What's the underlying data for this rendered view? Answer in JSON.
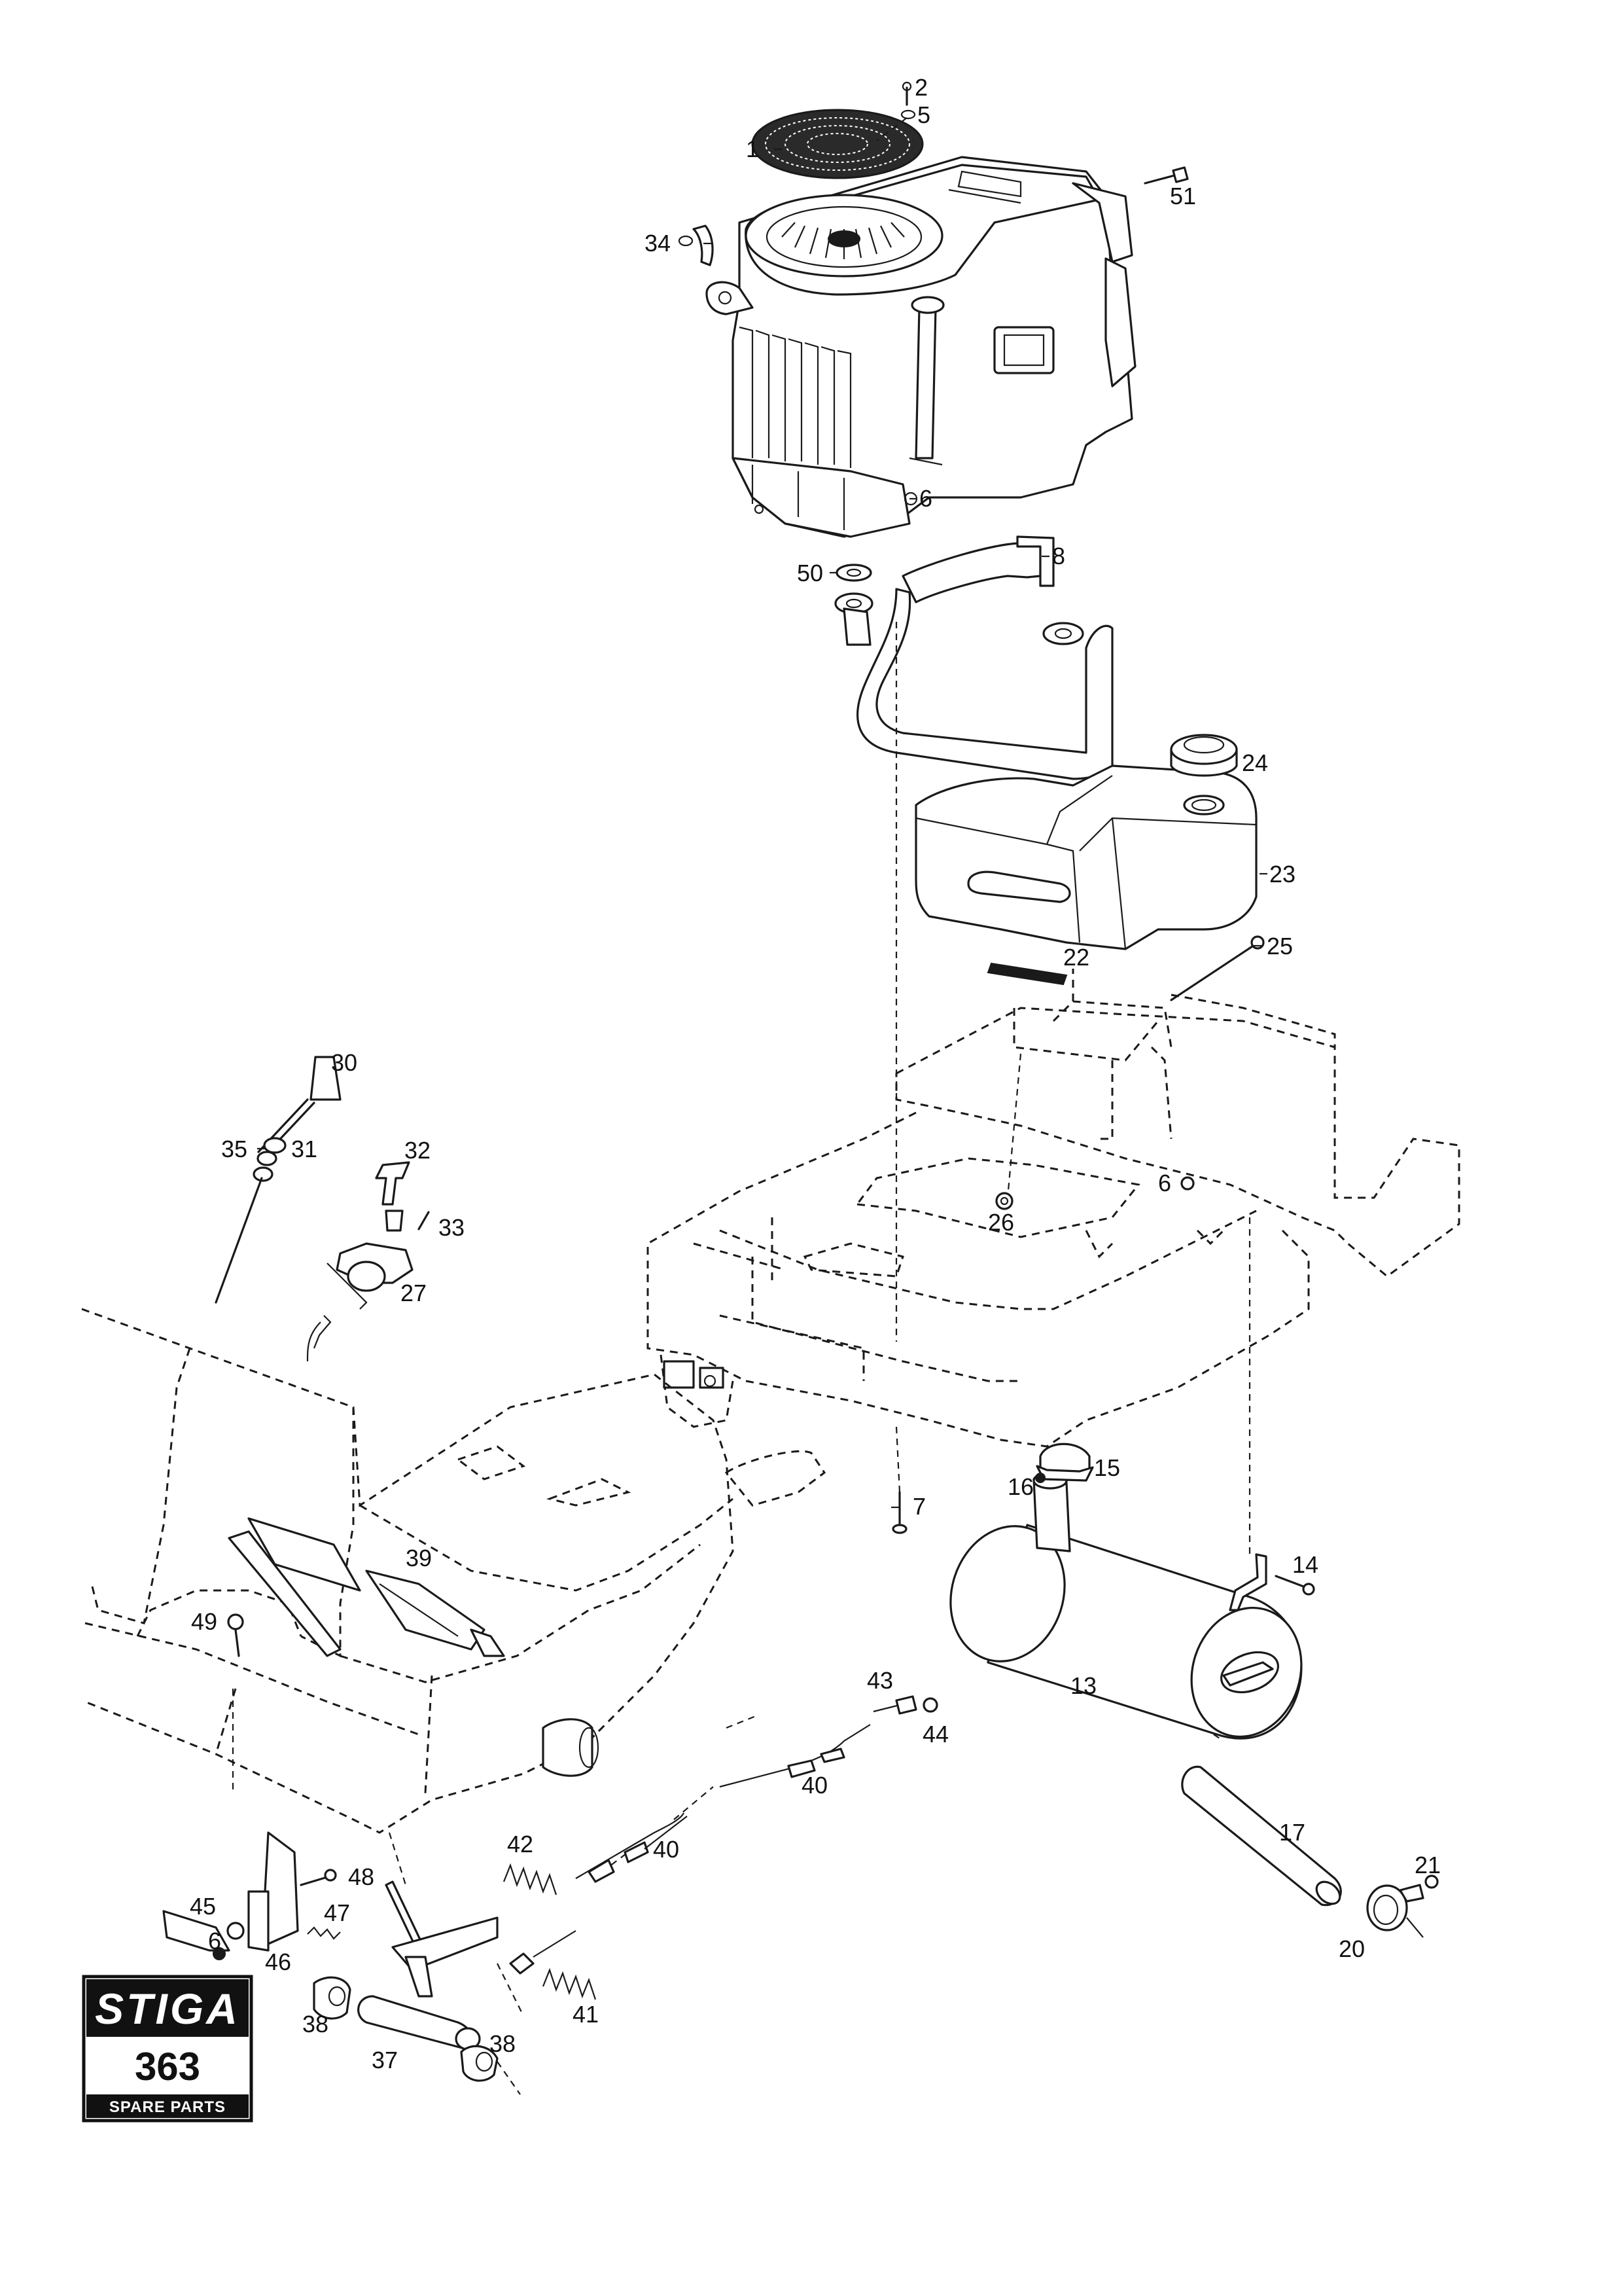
{
  "logo": {
    "brand": "STIGA",
    "model": "363",
    "subtitle": "SPARE PARTS"
  },
  "callouts": [
    {
      "id": "c1",
      "text": "1"
    },
    {
      "id": "c2",
      "text": "2"
    },
    {
      "id": "c5",
      "text": "5"
    },
    {
      "id": "c51",
      "text": "51"
    },
    {
      "id": "c34",
      "text": "34"
    },
    {
      "id": "c6a",
      "text": "6"
    },
    {
      "id": "c8",
      "text": "8"
    },
    {
      "id": "c50",
      "text": "50"
    },
    {
      "id": "c24",
      "text": "24"
    },
    {
      "id": "c23",
      "text": "23"
    },
    {
      "id": "c22",
      "text": "22"
    },
    {
      "id": "c25",
      "text": "25"
    },
    {
      "id": "c30",
      "text": "30"
    },
    {
      "id": "c35",
      "text": "35"
    },
    {
      "id": "c31",
      "text": "31"
    },
    {
      "id": "c32",
      "text": "32"
    },
    {
      "id": "c33",
      "text": "33"
    },
    {
      "id": "c27",
      "text": "27"
    },
    {
      "id": "c6b",
      "text": "6"
    },
    {
      "id": "c26",
      "text": "26"
    },
    {
      "id": "c15",
      "text": "15"
    },
    {
      "id": "c16",
      "text": "16"
    },
    {
      "id": "c7",
      "text": "7"
    },
    {
      "id": "c14",
      "text": "14"
    },
    {
      "id": "c39",
      "text": "39"
    },
    {
      "id": "c49",
      "text": "49"
    },
    {
      "id": "c13",
      "text": "13"
    },
    {
      "id": "c43",
      "text": "43"
    },
    {
      "id": "c44",
      "text": "44"
    },
    {
      "id": "c40a",
      "text": "40"
    },
    {
      "id": "c40b",
      "text": "40"
    },
    {
      "id": "c42",
      "text": "42"
    },
    {
      "id": "c17",
      "text": "17"
    },
    {
      "id": "c21",
      "text": "21"
    },
    {
      "id": "c20",
      "text": "20"
    },
    {
      "id": "c45",
      "text": "45"
    },
    {
      "id": "c48",
      "text": "48"
    },
    {
      "id": "c47",
      "text": "47"
    },
    {
      "id": "c46",
      "text": "46"
    },
    {
      "id": "c6c",
      "text": "6"
    },
    {
      "id": "c41",
      "text": "41"
    },
    {
      "id": "c38a",
      "text": "38"
    },
    {
      "id": "c37",
      "text": "37"
    },
    {
      "id": "c38b",
      "text": "38"
    }
  ]
}
